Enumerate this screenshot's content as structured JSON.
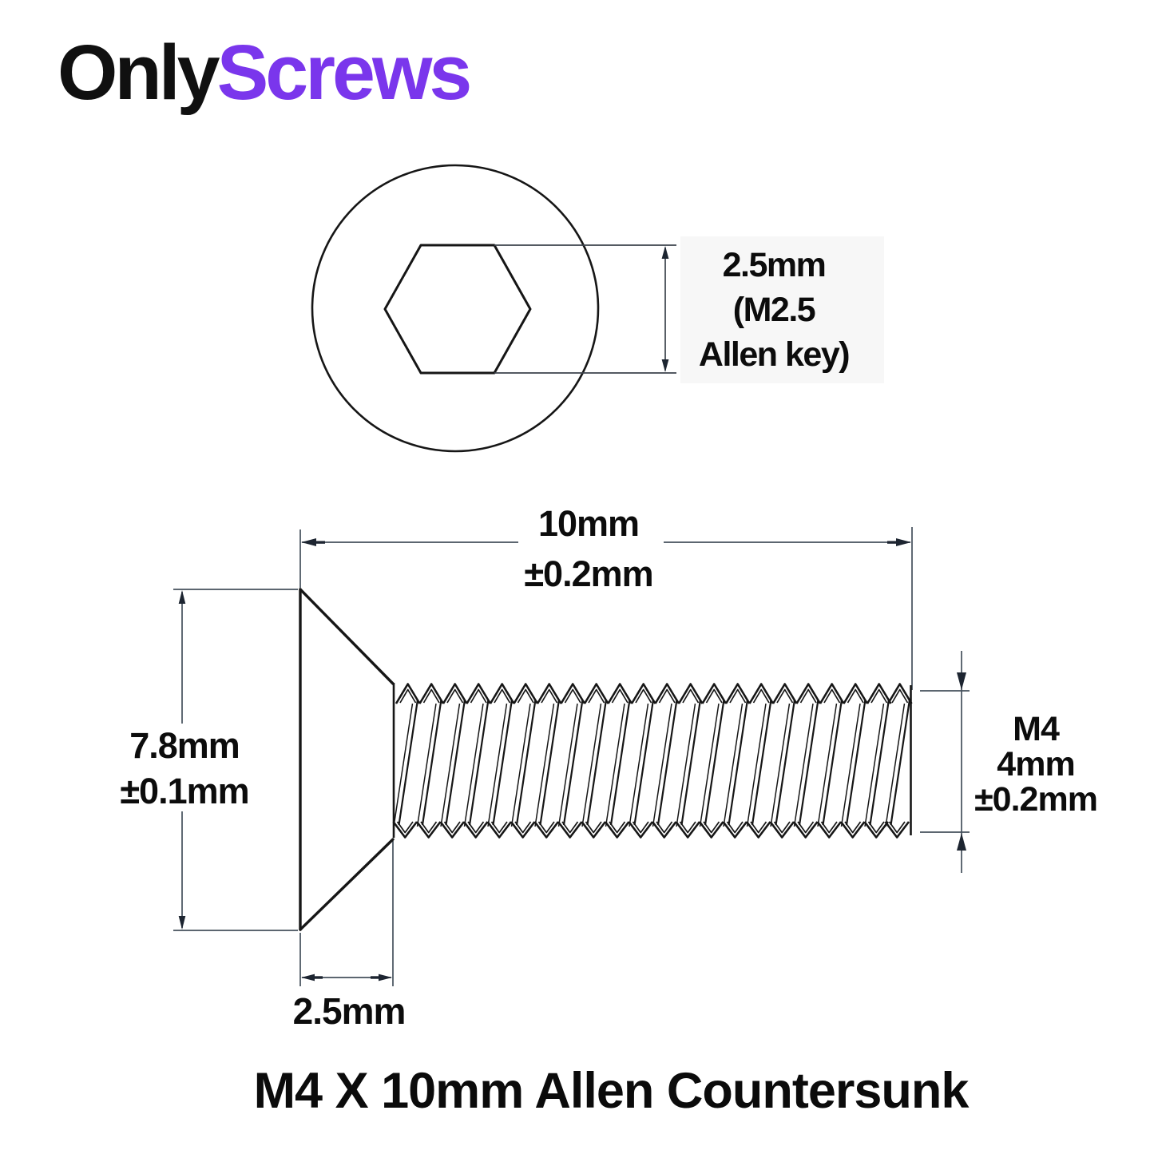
{
  "brand": {
    "name_part1": "Only",
    "name_part2": "Screws"
  },
  "colors": {
    "accent_purple": "#7A36EC",
    "drawing_line": "#161616",
    "dimension_line": "#44505c",
    "arrow": "#1d2531"
  },
  "top_view": {
    "socket_label": "2.5mm\n(M2.5\nAllen key)"
  },
  "side_view": {
    "length_label": "10mm\n±0.2mm",
    "head_diameter_label": "7.8mm\n±0.1mm",
    "thread_diameter_label": "M4\n4mm\n±0.2mm",
    "head_height_label": "2.5mm"
  },
  "caption": "M4 X 10mm Allen Countersunk"
}
